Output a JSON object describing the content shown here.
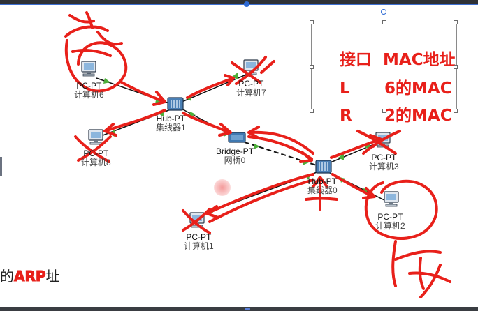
{
  "table": {
    "header": {
      "col1": "接口",
      "col2": "MAC地址"
    },
    "rows": [
      {
        "port": "L",
        "mac": "6的MAC"
      },
      {
        "port": "R",
        "mac": "2的MAC"
      }
    ]
  },
  "devices": {
    "pc6": {
      "type": "PC-PT",
      "name": "计算机6"
    },
    "pc7": {
      "type": "PC-PT",
      "name": "计算机7"
    },
    "hub1": {
      "type": "Hub-PT",
      "name": "集线器1"
    },
    "pc8": {
      "type": "PC-PT",
      "name": "计算机8"
    },
    "bridge0": {
      "type": "Bridge-PT",
      "name": "网桥0"
    },
    "pc3": {
      "type": "PC-PT",
      "name": "计算机3"
    },
    "hub0": {
      "type": "Hub-PT",
      "name": "集线器0"
    },
    "pc2": {
      "type": "PC-PT",
      "name": "计算机2"
    },
    "pc1": {
      "type": "PC-PT",
      "name": "计算机1"
    }
  },
  "caption": {
    "prefix": "的",
    "highlight": "ARP",
    "suffix": "址"
  },
  "colors": {
    "annotation": "#e8201a",
    "link": "#111111",
    "link_indicator": "#4caf3a",
    "selection": "#2d6ad4"
  }
}
